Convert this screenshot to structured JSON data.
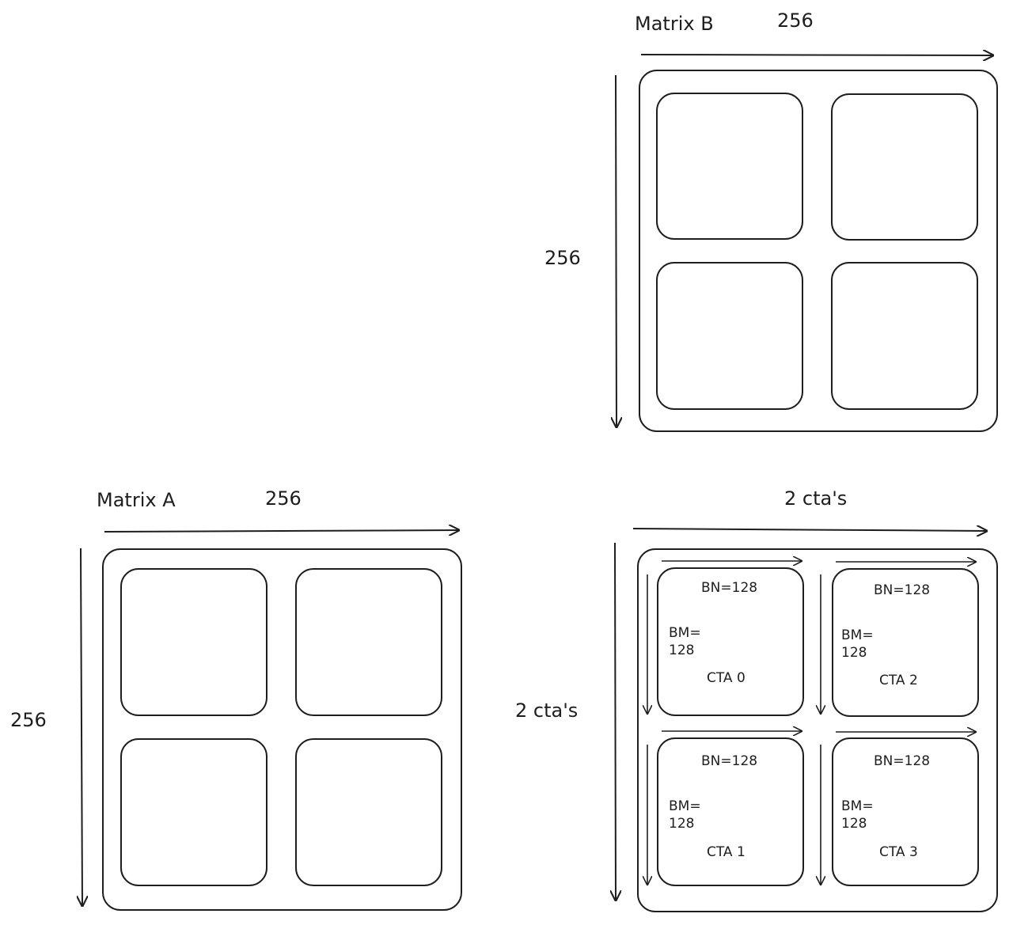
{
  "matrix_b": {
    "title": "Matrix B",
    "width_label": "256",
    "height_label": "256",
    "tiles": 4
  },
  "matrix_a": {
    "title": "Matrix A",
    "width_label": "256",
    "height_label": "256",
    "tiles": 4
  },
  "output_grid": {
    "cols_label": "2 cta's",
    "rows_label": "2 cta's",
    "tiles": [
      {
        "bn": "BN=128",
        "bm_1": "BM=",
        "bm_2": "128",
        "cta": "CTA 0"
      },
      {
        "bn": "BN=128",
        "bm_1": "BM=",
        "bm_2": "128",
        "cta": "CTA 2"
      },
      {
        "bn": "BN=128",
        "bm_1": "BM=",
        "bm_2": "128",
        "cta": "CTA 1"
      },
      {
        "bn": "BN=128",
        "bm_1": "BM=",
        "bm_2": "128",
        "cta": "CTA 3"
      }
    ]
  },
  "colors": {
    "stroke": "#1e1e1e",
    "background": "#ffffff"
  }
}
